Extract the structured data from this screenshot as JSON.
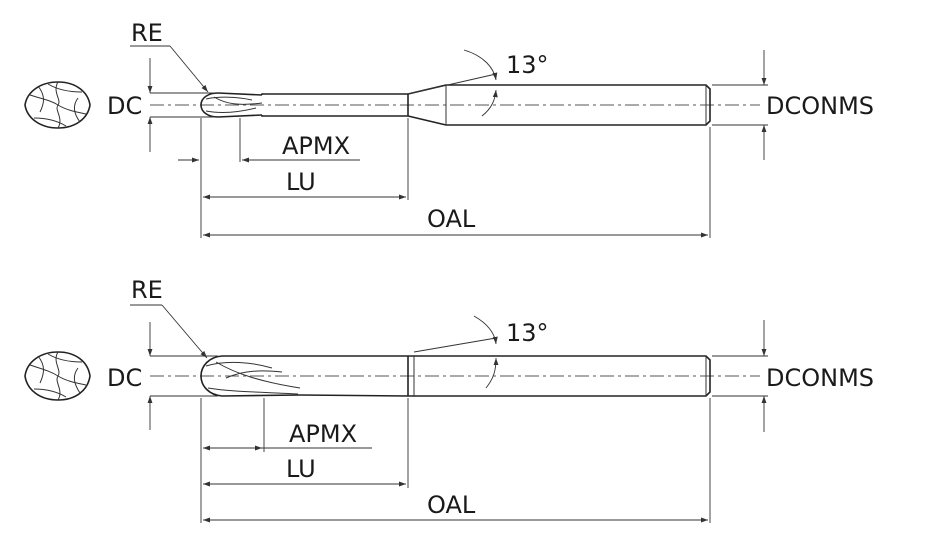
{
  "drawings": [
    {
      "labels": {
        "re": "RE",
        "dc": "DC",
        "angle": "13°",
        "dconms": "DCONMS",
        "apmx": "APMX",
        "lu": "LU",
        "oal": "OAL"
      }
    },
    {
      "labels": {
        "re": "RE",
        "dc": "DC",
        "angle": "13°",
        "dconms": "DCONMS",
        "apmx": "APMX",
        "lu": "LU",
        "oal": "OAL"
      }
    }
  ],
  "colors": {
    "line": "#333333",
    "text": "#1a1a1a",
    "background": "#ffffff"
  }
}
